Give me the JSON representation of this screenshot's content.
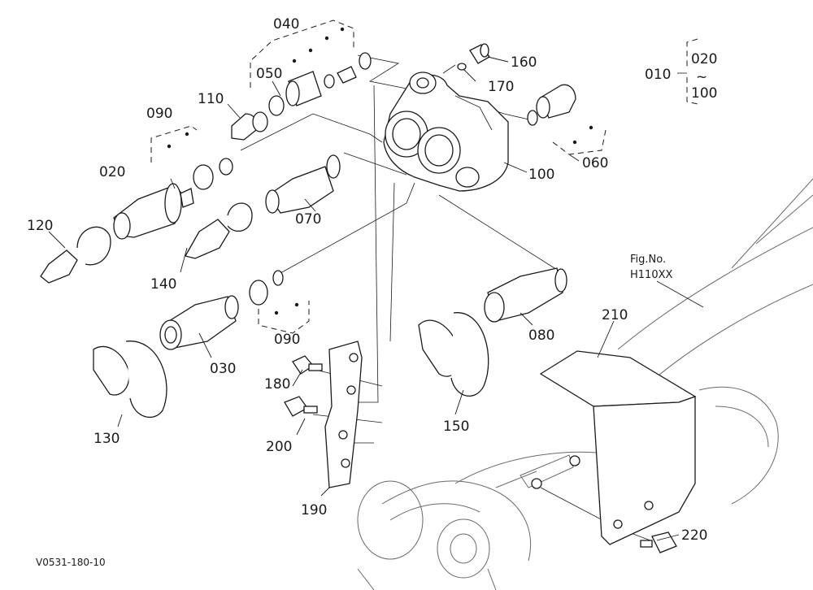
{
  "diagram": {
    "drawing_code": "V0531-180-10",
    "figure_reference": {
      "label": "Fig.No.",
      "code": "H110XX"
    },
    "range_note": {
      "assembly": "010",
      "from": "020",
      "tilde": "~",
      "to": "100"
    },
    "callouts": {
      "p020": "020",
      "p030": "030",
      "p040": "040",
      "p050": "050",
      "p060": "060",
      "p070": "070",
      "p080": "080",
      "p090a": "090",
      "p090b": "090",
      "p100": "100",
      "p110": "110",
      "p120": "120",
      "p130": "130",
      "p140": "140",
      "p150": "150",
      "p160": "160",
      "p170": "170",
      "p180": "180",
      "p190": "190",
      "p200": "200",
      "p210": "210",
      "p220": "220"
    }
  }
}
